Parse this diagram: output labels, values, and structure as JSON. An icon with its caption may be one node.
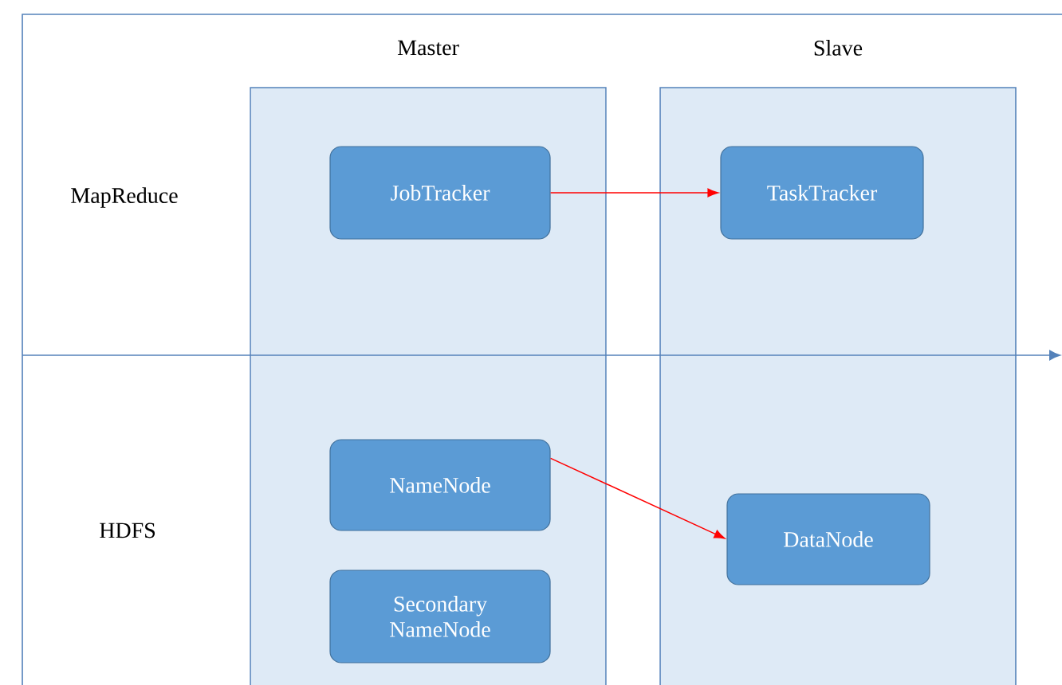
{
  "diagram": {
    "nodes": [
      {
        "text": [
          "Master"
        ]
      },
      {
        "text": [
          "JobTracker"
        ],
        "in": 0
      },
      {
        "text": [
          "NameNode"
        ],
        "in": 0
      },
      {
        "text": [
          "Secondary NameNode"
        ],
        "in": 0
      },
      {
        "text": [
          "Slave"
        ]
      },
      {
        "text": [
          "TaskTracker"
        ],
        "in": 4
      },
      {
        "text": [
          "DataNode"
        ],
        "in": 4
      }
    ],
    "edges": [
      {
        "from": 1,
        "to": 5,
        "arrow": "to",
        "color": "#ff0000"
      },
      {
        "from": 2,
        "to": 6,
        "arrow": "to",
        "color": "#ff0000"
      }
    ],
    "labels": [
      "MapReduce",
      "HDFS"
    ]
  }
}
